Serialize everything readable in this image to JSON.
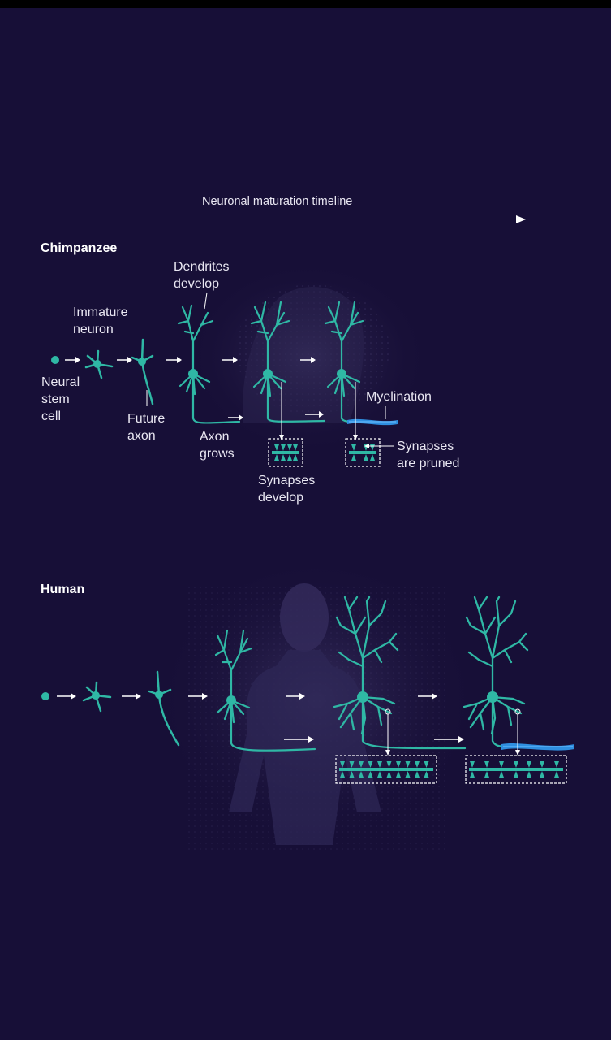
{
  "timeline": {
    "label": "Neuronal maturation timeline"
  },
  "chimpanzee": {
    "title": "Chimpanzee",
    "labels": {
      "neural_stem_cell": "Neural\nstem\ncell",
      "immature_neuron": "Immature\nneuron",
      "future_axon": "Future\naxon",
      "dendrites_develop": "Dendrites\ndevelop",
      "axon_grows": "Axon\ngrows",
      "synapses_develop": "Synapses\ndevelop",
      "myelination": "Myelination",
      "synapses_pruned": "Synapses\nare pruned"
    }
  },
  "human": {
    "title": "Human"
  },
  "colors": {
    "background": "#170f37",
    "neuron": "#2fb8a5",
    "myelin": "#2f8fe0",
    "text": "#e9e7f2"
  },
  "icons": [
    "neuron-icon",
    "arrow-right-icon",
    "synapse-box-icon",
    "myelin-sheath-icon",
    "silhouette-icon"
  ]
}
